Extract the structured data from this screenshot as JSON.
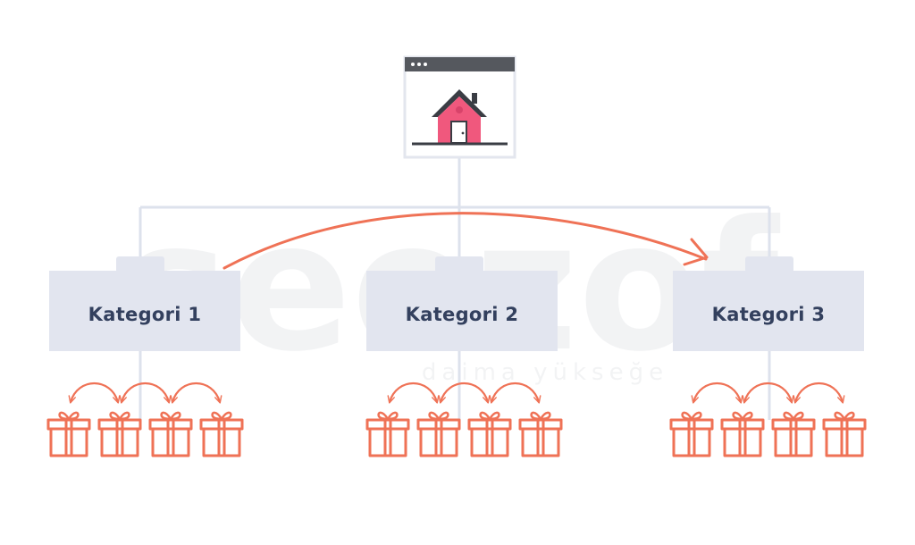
{
  "watermark": {
    "brand": "seozof",
    "tagline": "daima yükseğe"
  },
  "colors": {
    "connector": "#dde2ec",
    "folder": "#e2e5ef",
    "label": "#33405e",
    "arrow": "#ef7256",
    "gift": "#ef7256",
    "house": "#f0587d",
    "roof": "#3a3d44",
    "window_bar": "#55585e"
  },
  "home": {
    "icon": "home-page-icon"
  },
  "categories": [
    {
      "label": "Kategori 1",
      "gift_count": 4
    },
    {
      "label": "Kategori 2",
      "gift_count": 4
    },
    {
      "label": "Kategori 3",
      "gift_count": 4
    }
  ]
}
